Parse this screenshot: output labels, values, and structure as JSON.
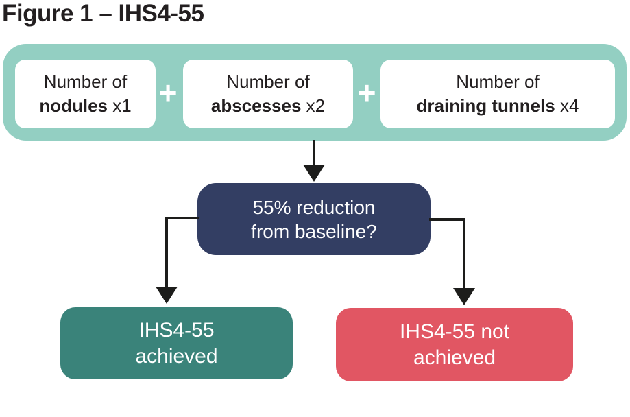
{
  "title": "Figure 1 – IHS4-55",
  "formula": {
    "operator": "+",
    "items": [
      {
        "line1": "Number of",
        "bold": "nodules",
        "multiplier": " x1"
      },
      {
        "line1": "Number of",
        "bold": "abscesses",
        "multiplier": " x2"
      },
      {
        "line1": "Number of",
        "bold": "draining tunnels",
        "multiplier": " x4"
      }
    ]
  },
  "decision": {
    "line1": "55% reduction",
    "line2": "from baseline?"
  },
  "outcomes": [
    {
      "line1": "IHS4-55",
      "line2": "achieved"
    },
    {
      "line1": "IHS4-55 not",
      "line2": "achieved"
    }
  ],
  "colors": {
    "band": "#93cfc2",
    "item_box": "#ffffff",
    "decision": "#333e63",
    "achieved": "#3a837a",
    "not_achieved": "#e15663",
    "text": "#231f20",
    "connector": "#1d1d1b"
  }
}
